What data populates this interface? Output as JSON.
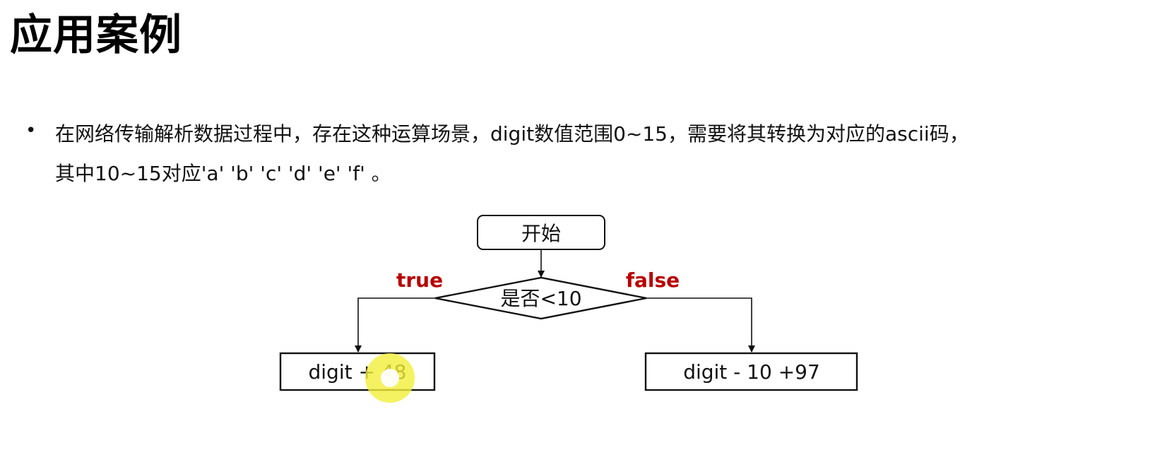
{
  "page": {
    "title": "应用案例"
  },
  "bullet": {
    "lines": [
      "在网络传输解析数据过程中，存在这种运算场景，digit数值范围0~15，需要将其转换为对应的ascii码，",
      "其中10~15对应'a' 'b' 'c' 'd' 'e' 'f' 。"
    ]
  },
  "flowchart": {
    "start_label": "开始",
    "decision_label": "是否<10",
    "true_label": "true",
    "false_label": "false",
    "true_result": "digit + 48",
    "false_result": "digit - 10 +97",
    "branch_label_color": "#b80000",
    "line_color": "#111111"
  },
  "pointer": {
    "color": "#f3ef3a"
  }
}
